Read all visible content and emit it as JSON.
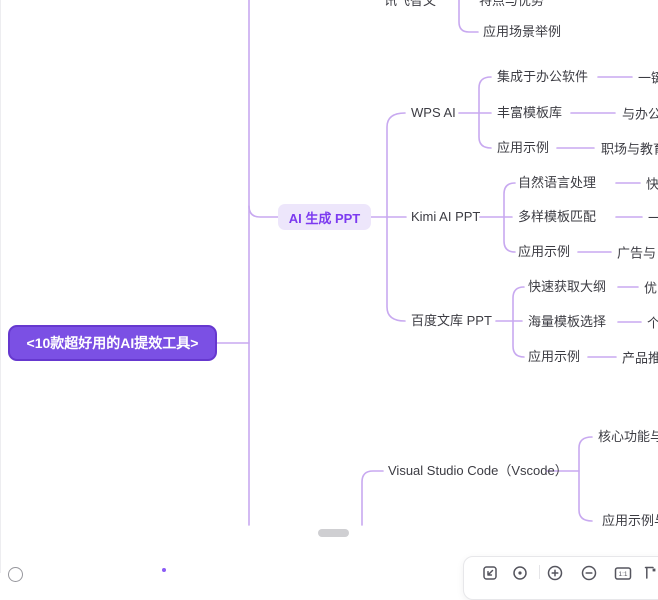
{
  "colors": {
    "branch": "#C8A9F0",
    "text": "#3C3C43",
    "root_bg": "#7B50E4",
    "root_border": "#6638CF",
    "root_text": "#FFFFFF",
    "category_bg": "#EDE6FB",
    "category_text": "#7C3AF0",
    "toolbar_icon": "#55555E",
    "scrollbar": "#CFCFD2"
  },
  "mindmap": {
    "root": "<10款超好用的AI提效工具>",
    "category": "AI 生成 PPT",
    "top_partial": {
      "tool": "讯飞智文",
      "feature": "特点与优势",
      "example": "应用场景举例"
    },
    "tools": [
      {
        "name": "WPS AI",
        "features": [
          {
            "label": "集成于办公软件",
            "detail": "一键"
          },
          {
            "label": "丰富模板库",
            "detail": "与办公场"
          },
          {
            "label": "应用示例",
            "detail": "职场与教育"
          }
        ]
      },
      {
        "name": "Kimi AI PPT",
        "features": [
          {
            "label": "自然语言处理",
            "detail": "快"
          },
          {
            "label": "多样模板匹配",
            "detail": "一"
          },
          {
            "label": "应用示例",
            "detail": "广告与"
          }
        ]
      },
      {
        "name": "百度文库 PPT",
        "features": [
          {
            "label": "快速获取大纲",
            "detail": "优"
          },
          {
            "label": "海量模板选择",
            "detail": "个"
          },
          {
            "label": "应用示例",
            "detail": "产品推"
          }
        ]
      }
    ],
    "vscode": {
      "name": "Visual Studio Code（Vscode）",
      "children": [
        "核心功能与",
        "应用示例与"
      ]
    }
  },
  "toolbar": {
    "ratio_label": "1:1",
    "icons": [
      "center-icon",
      "locate-icon",
      "zoom-in-icon",
      "zoom-out-icon",
      "fit-ratio-icon",
      "flag-icon"
    ]
  }
}
